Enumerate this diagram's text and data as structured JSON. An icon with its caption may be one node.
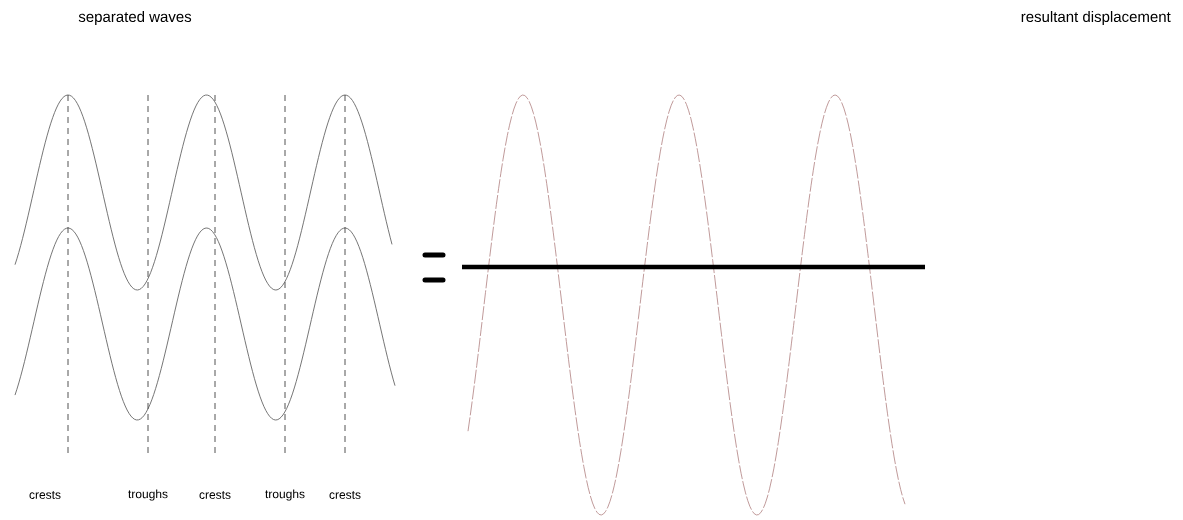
{
  "diagram": {
    "labels": [
      "separated waves",
      "resultant displacement",
      "crests",
      "troughs",
      "crests",
      "troughs",
      "crests"
    ]
  }
}
